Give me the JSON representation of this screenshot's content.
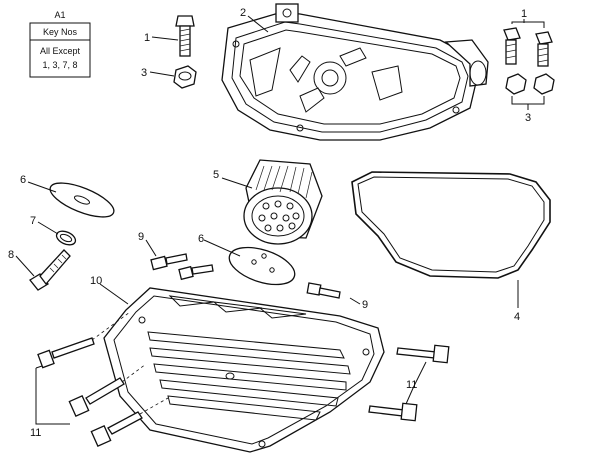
{
  "key_box": {
    "ref": "A1",
    "title": "Key Nos",
    "line1": "All Except",
    "line2": "1, 3, 7, 8"
  },
  "callouts": {
    "c1_left": "1",
    "c2": "2",
    "c3_left": "3",
    "c1_right": "1",
    "c3_right": "3",
    "c5": "5",
    "c6_left": "6",
    "c6_mid": "6",
    "c7": "7",
    "c8": "8",
    "c9_top": "9",
    "c9_right": "9",
    "c10": "10",
    "c4": "4",
    "c11_right": "11",
    "c11_left": "11"
  }
}
